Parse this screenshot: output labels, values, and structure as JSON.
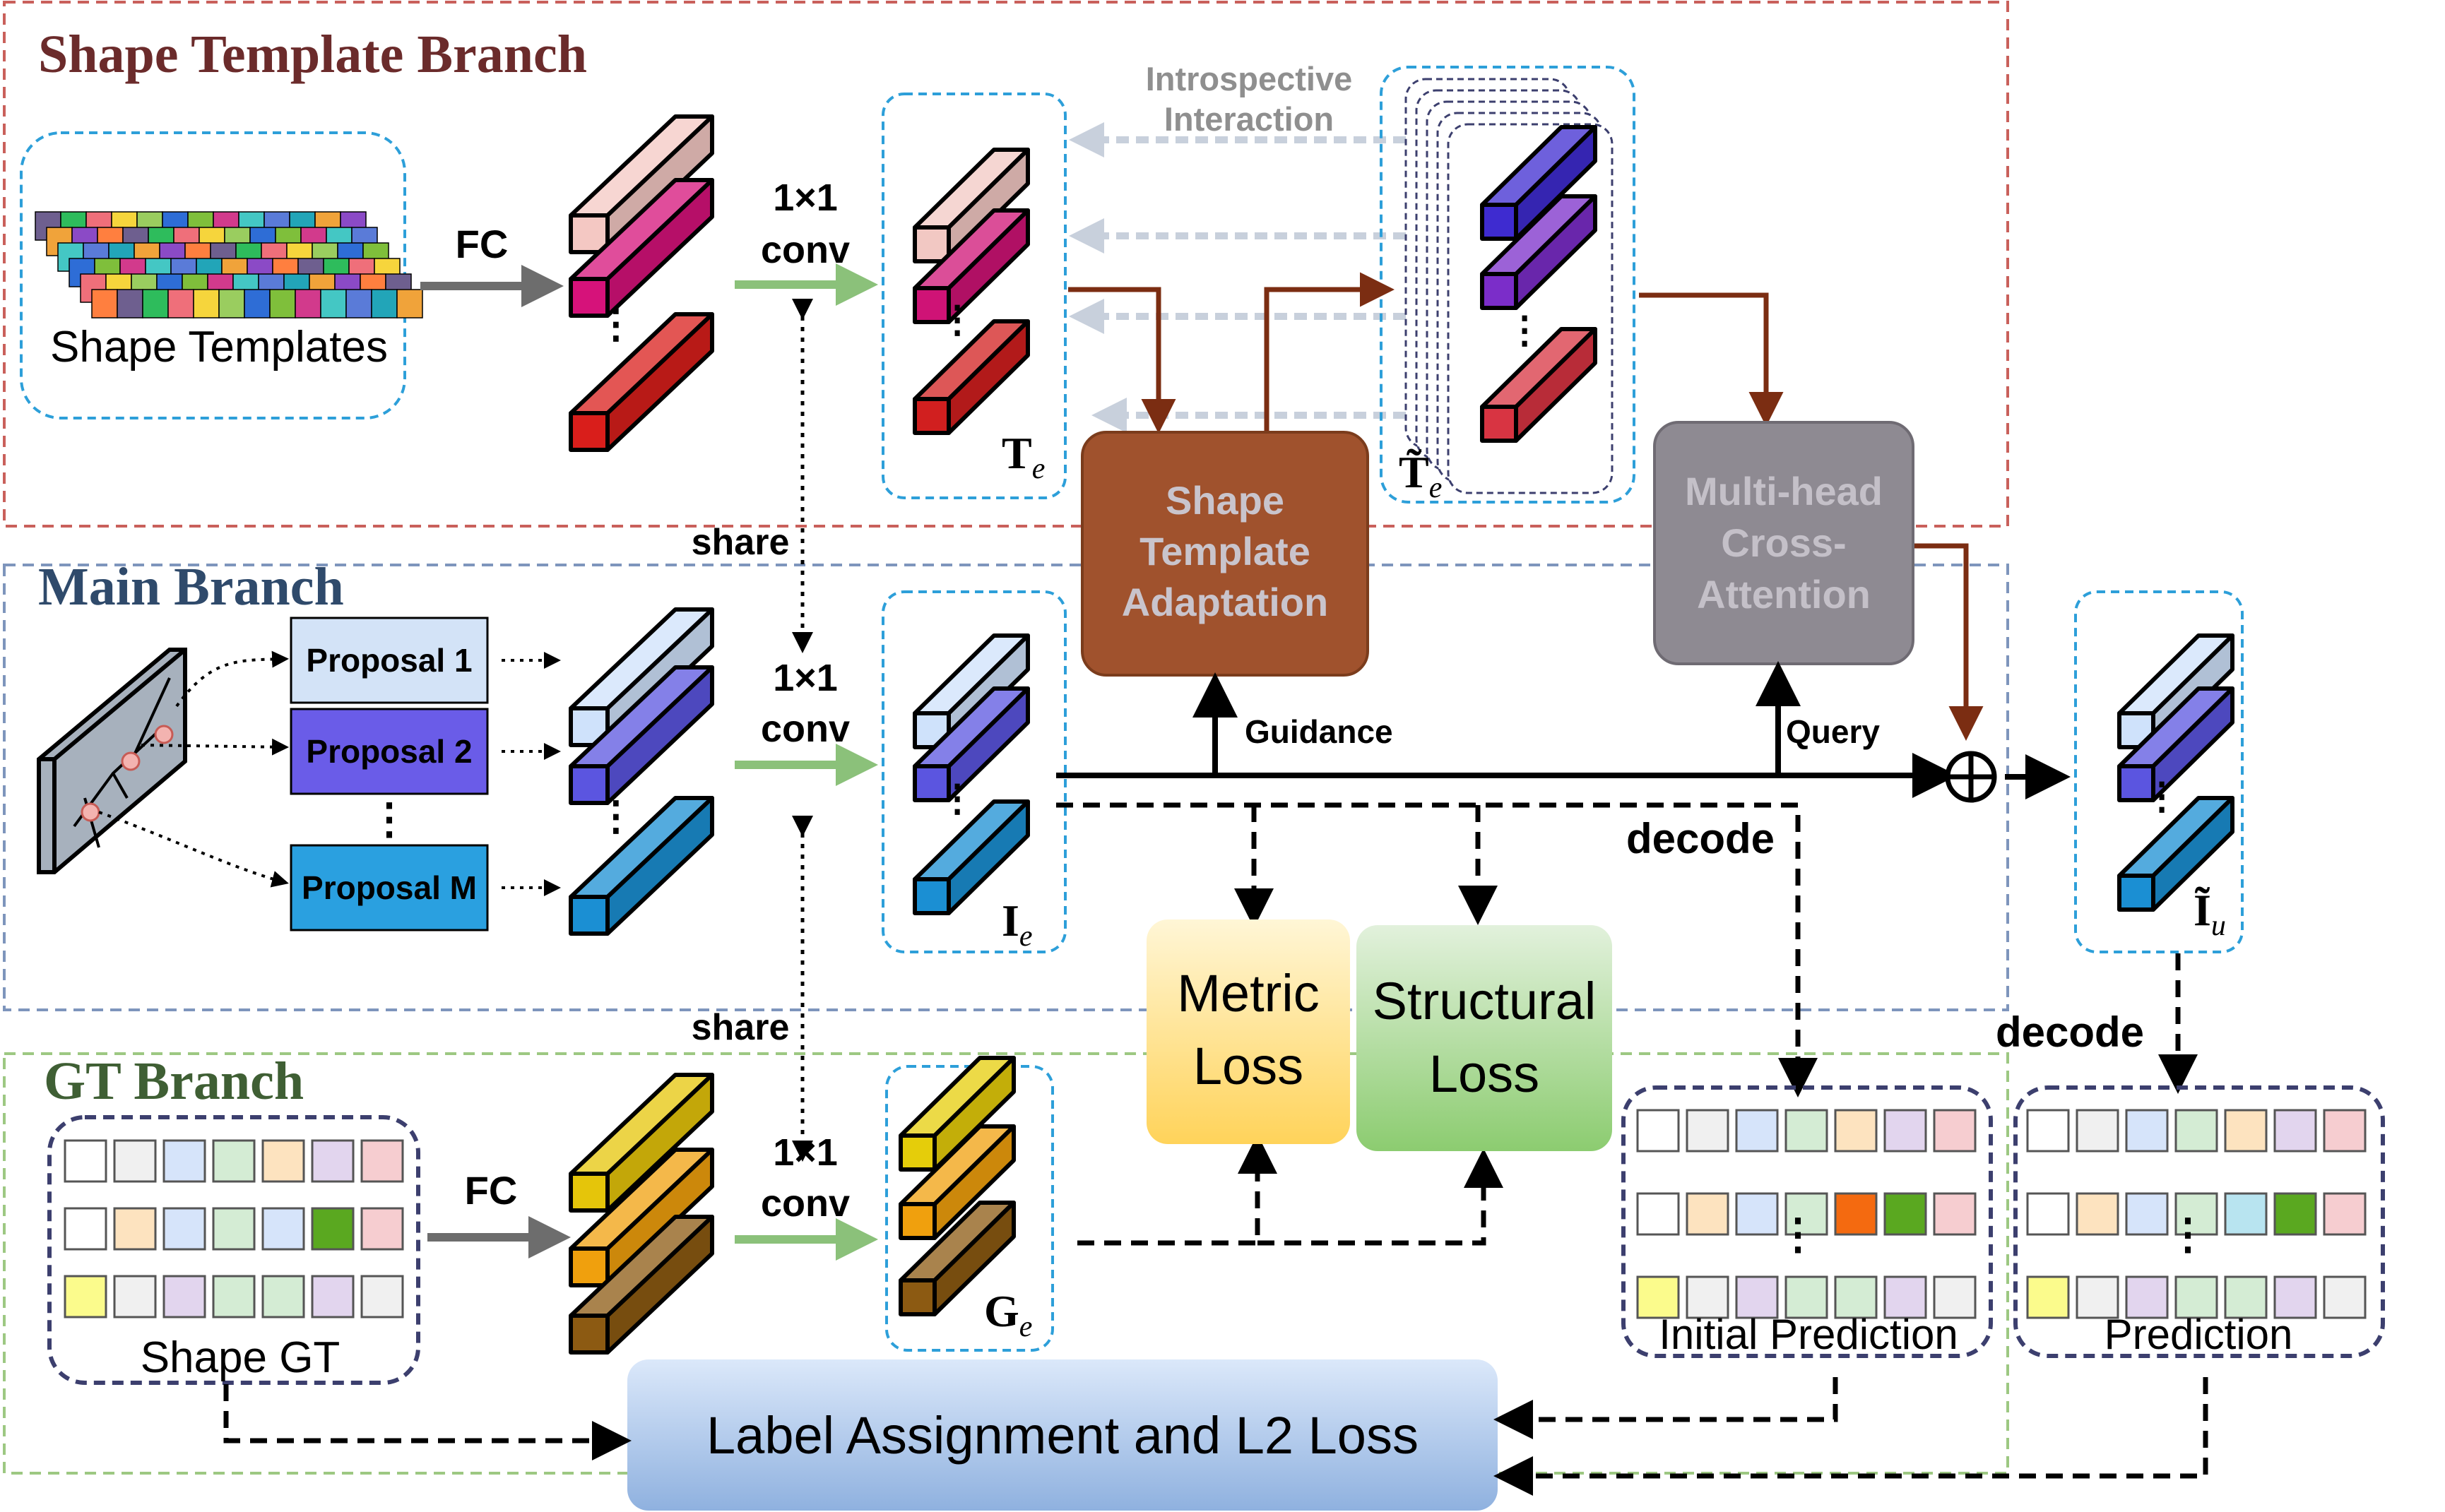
{
  "branches": {
    "shape_template": {
      "title": "Shape Template Branch",
      "color": "#c0504d"
    },
    "main": {
      "title": "Main Branch",
      "color": "#6b84b0"
    },
    "gt": {
      "title": "GT Branch",
      "color": "#8fbc6f"
    }
  },
  "labels": {
    "shape_templates": "Shape Templates",
    "fc_top": "FC",
    "fc_bottom": "FC",
    "conv_top": [
      "1×1",
      "conv"
    ],
    "conv_mid": [
      "1×1",
      "conv"
    ],
    "conv_bot": [
      "1×1",
      "conv"
    ],
    "share_top": "share",
    "share_bottom": "share",
    "introspective": [
      "Introspective",
      "Interaction"
    ],
    "guidance": "Guidance",
    "query": "Query",
    "decode_mid": "decode",
    "decode_right": "decode",
    "shape_gt": "Shape GT",
    "initial_prediction": "Initial Prediction",
    "prediction": "Prediction"
  },
  "math": {
    "Te": {
      "base": "T",
      "sub": "e"
    },
    "Te_tilde": {
      "base": "T̃",
      "sub": "e"
    },
    "Ie": {
      "base": "I",
      "sub": "e"
    },
    "Iu_tilde": {
      "base": "Ĩ",
      "sub": "u"
    },
    "Ge": {
      "base": "G",
      "sub": "e"
    }
  },
  "proposals": [
    "Proposal 1",
    "Proposal 2",
    "Proposal M"
  ],
  "modules": {
    "adaptation": [
      "Shape",
      "Template",
      "Adaptation"
    ],
    "attention": [
      "Multi-head",
      "Cross-",
      "Attention"
    ],
    "metric_loss": [
      "Metric",
      "Loss"
    ],
    "structural_loss": [
      "Structural",
      "Loss"
    ],
    "label_loss": "Label Assignment and L2 Loss"
  },
  "colors": {
    "adaptation_fill": "#a0522d",
    "attention_fill": "#8e8a92",
    "module_text": "#c9c4cc",
    "brown_arrow": "#7b2d12",
    "green_arrow": "#8bc17a",
    "gray_arrow": "#6d6d6d",
    "introspective_arrow": "#c8d0dc",
    "title_template": "#6b2b2b",
    "title_main": "#2f4a6b",
    "title_gt": "#3f5f34"
  }
}
